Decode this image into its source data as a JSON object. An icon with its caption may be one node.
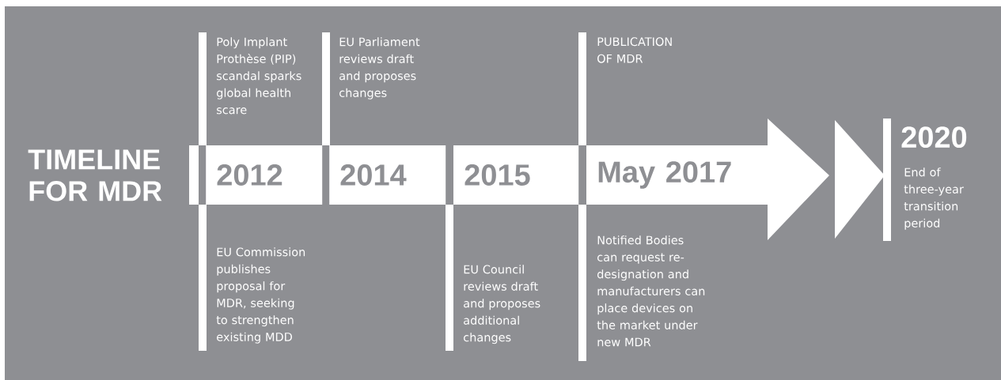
{
  "diagram": {
    "title": "TIMELINE FOR MDR",
    "nodes": [
      {
        "text": [
          "2012"
        ]
      },
      {
        "text": [
          "2014"
        ]
      },
      {
        "text": [
          "2015"
        ]
      },
      {
        "text": [
          "May 2017"
        ]
      }
    ],
    "labels": [
      "Poly Implant Prothèse (PIP) scandal sparks global health scare",
      "EU Parliament reviews draft and proposes changes",
      "PUBLICATION OF MDR",
      "2020",
      "End of three-year transition period",
      "EU Commission publishes proposal for MDR, seeking to strengthen existing MDD",
      "EU Council reviews draft and proposes additional changes",
      "Notified Bodies can request re-designation and manufacturers can place devices on the market under new MDR"
    ]
  }
}
